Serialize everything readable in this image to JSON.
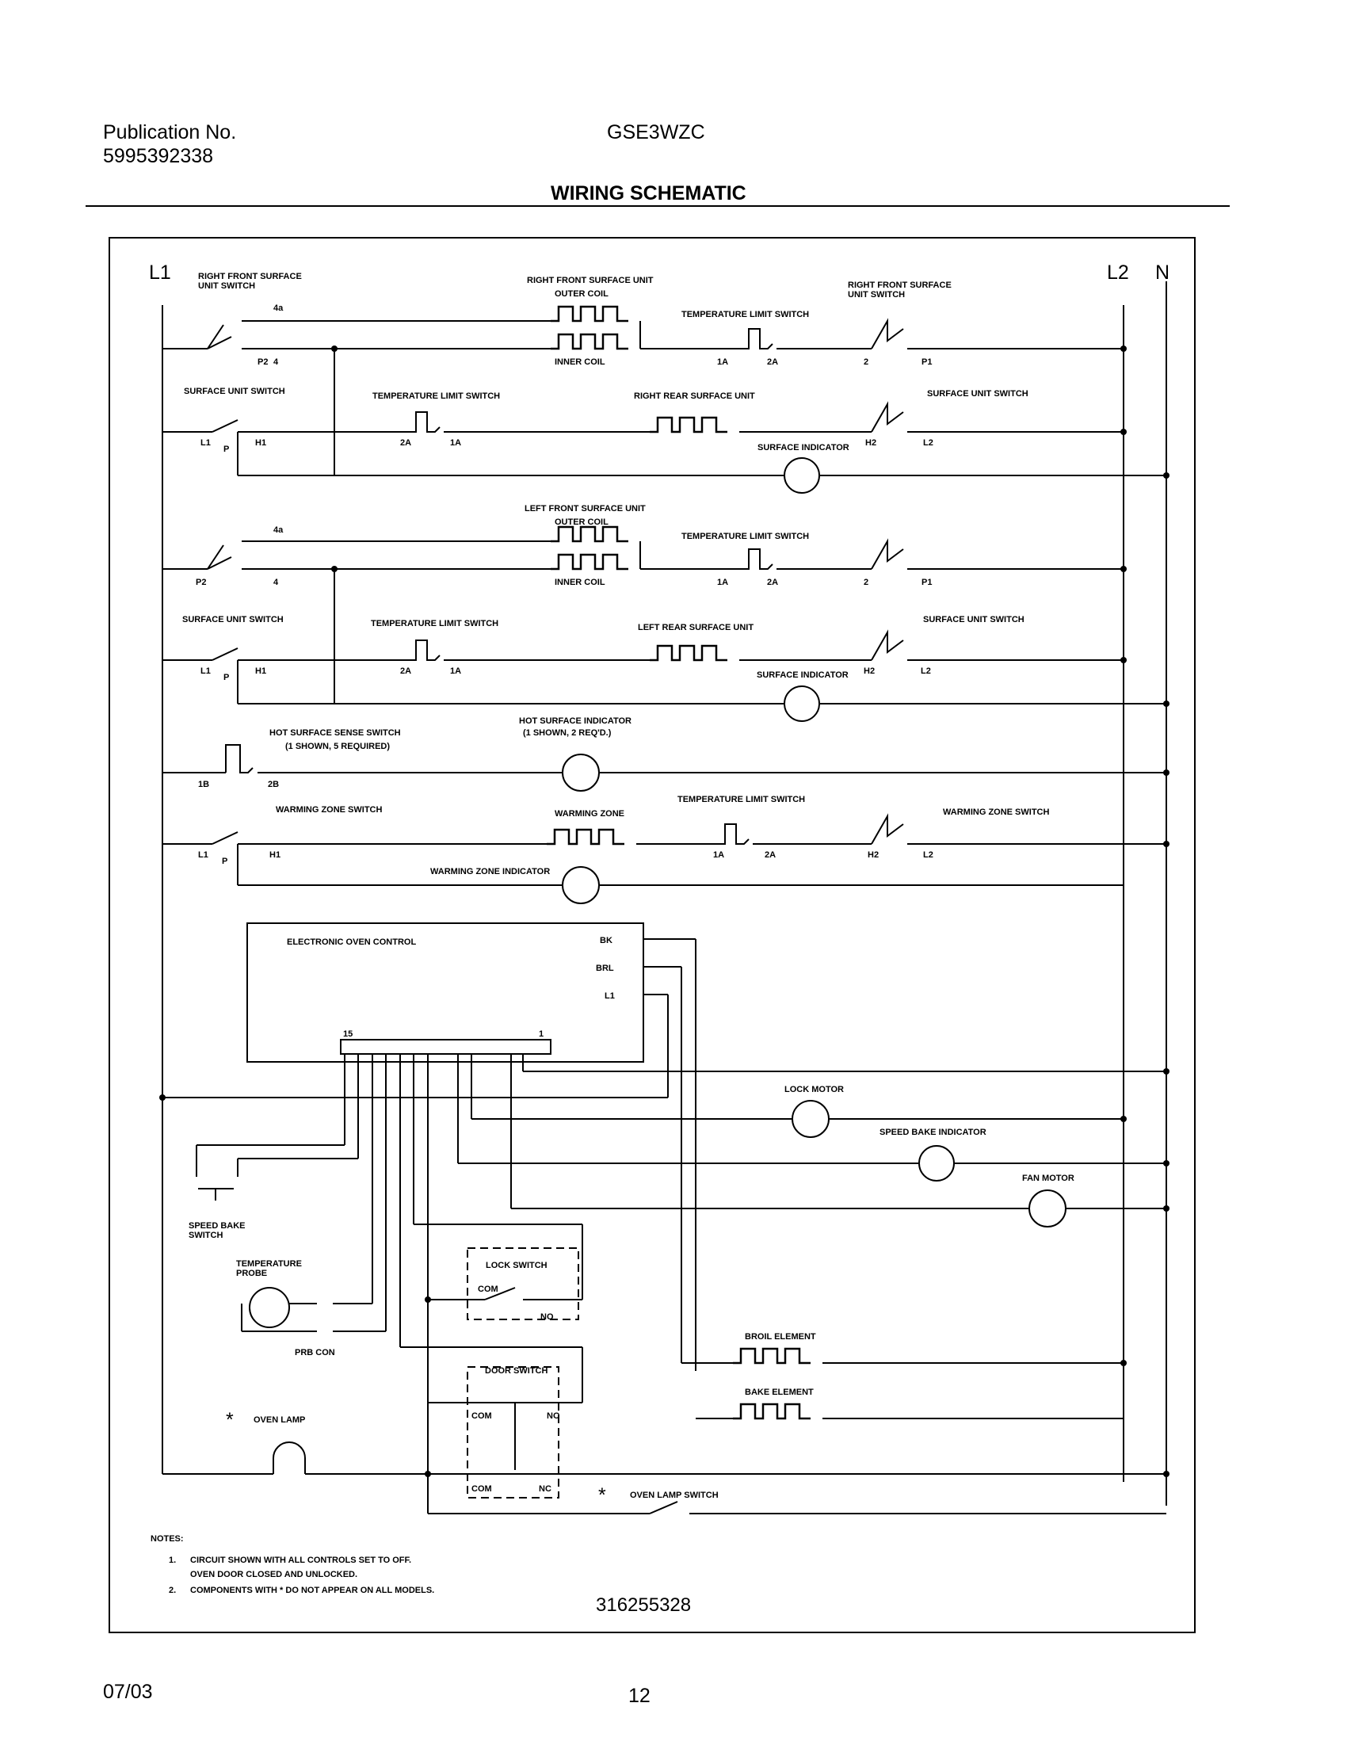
{
  "header": {
    "publication_label": "Publication No.",
    "publication_number": "5995392338",
    "model": "GSE3WZC",
    "title": "WIRING SCHEMATIC"
  },
  "bus": {
    "l1": "L1",
    "l2": "L2",
    "n": "N"
  },
  "labels": {
    "rf_switch_title": "RIGHT FRONT SURFACE\nUNIT SWITCH",
    "rf_unit_title": "RIGHT FRONT SURFACE UNIT",
    "outer_coil": "OUTER COIL",
    "inner_coil": "INNER COIL",
    "temp_limit_switch": "TEMPERATURE LIMIT SWITCH",
    "rf_switch_title_right": "RIGHT FRONT SURFACE\nUNIT SWITCH",
    "surface_unit_switch": "SURFACE UNIT SWITCH",
    "right_rear_unit": "RIGHT REAR SURFACE UNIT",
    "surface_indicator": "SURFACE INDICATOR",
    "left_front_unit": "LEFT FRONT SURFACE UNIT",
    "left_rear_unit": "LEFT REAR SURFACE UNIT",
    "hot_surface_sense_switch": "HOT SURFACE SENSE SWITCH",
    "hot_surface_sense_note": "(1 SHOWN, 5 REQUIRED)",
    "hot_surface_indicator": "HOT SURFACE INDICATOR",
    "hot_surface_indicator_note": "(1 SHOWN, 2 REQ'D.)",
    "warming_zone_switch": "WARMING ZONE SWITCH",
    "warming_zone": "WARMING ZONE",
    "warming_zone_indicator": "WARMING ZONE INDICATOR",
    "electronic_oven_control": "ELECTRONIC OVEN CONTROL",
    "bk": "BK",
    "brl": "BRL",
    "l1_term": "L1",
    "pin_15": "15",
    "pin_1": "1",
    "lock_motor": "LOCK MOTOR",
    "speed_bake_indicator": "SPEED BAKE INDICATOR",
    "fan_motor": "FAN MOTOR",
    "speed_bake_switch": "SPEED BAKE\nSWITCH",
    "temperature_probe": "TEMPERATURE\nPROBE",
    "prb_con": "PRB CON",
    "lock_switch": "LOCK SWITCH",
    "com": "COM",
    "no": "NO",
    "nc": "NC",
    "broil_element": "BROIL ELEMENT",
    "bake_element": "BAKE ELEMENT",
    "door_switch": "DOOR SWITCH",
    "oven_lamp": "OVEN LAMP",
    "oven_lamp_switch": "OVEN LAMP SWITCH",
    "asterisk": "*",
    "t_4a": "4a",
    "t_4": "4",
    "t_p2": "P2",
    "t_p1": "P1",
    "t_2": "2",
    "t_1a": "1A",
    "t_2a": "2A",
    "t_l1": "L1",
    "t_p": "P",
    "t_h1": "H1",
    "t_h2": "H2",
    "t_l2": "L2",
    "t_1b": "1B",
    "t_2b": "2B"
  },
  "notes": {
    "heading": "NOTES:",
    "n1_num": "1.",
    "n1_line1": "CIRCUIT SHOWN WITH ALL CONTROLS SET TO OFF.",
    "n1_line2": "OVEN DOOR CLOSED AND UNLOCKED.",
    "n2_num": "2.",
    "n2_line1": "COMPONENTS WITH * DO NOT APPEAR ON ALL MODELS."
  },
  "part_number": "316255328",
  "footer": {
    "date": "07/03",
    "page": "12"
  }
}
